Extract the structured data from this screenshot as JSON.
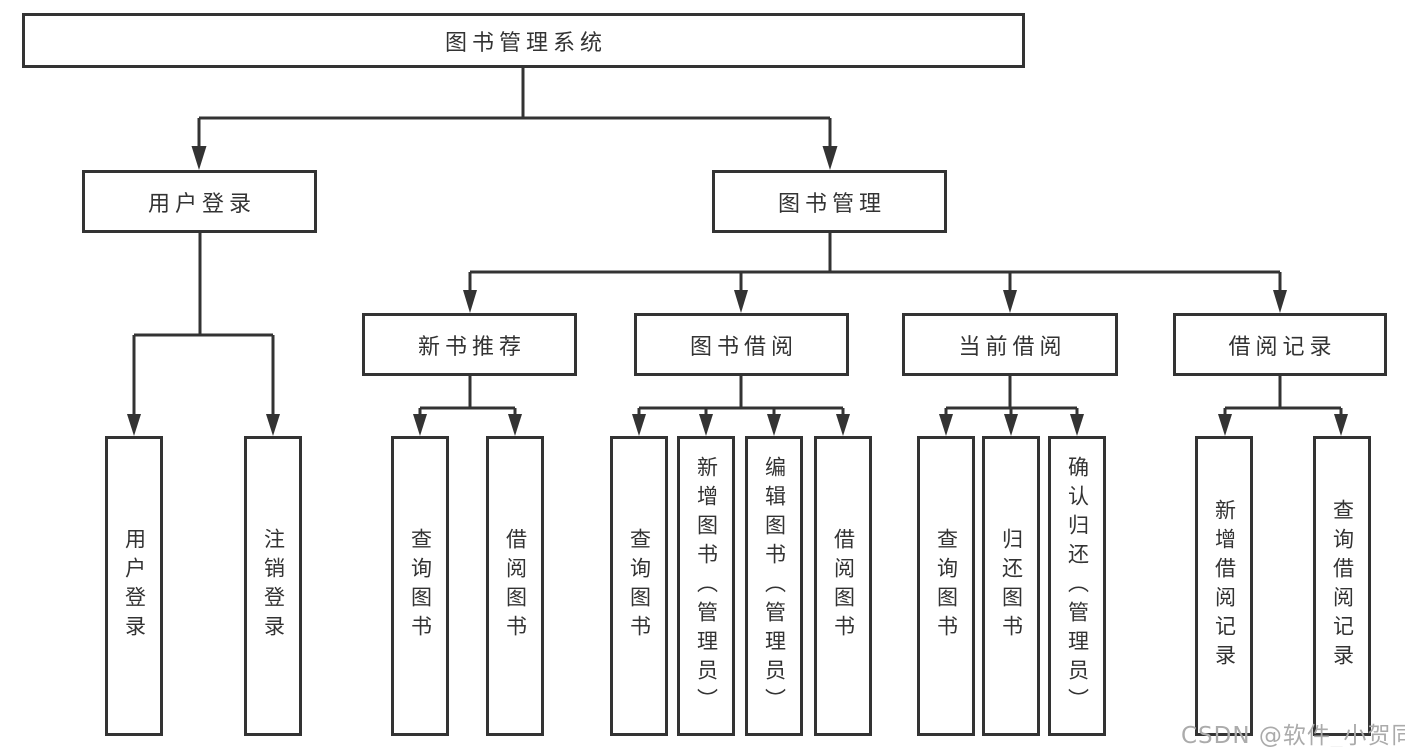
{
  "tree": {
    "label": "图书管理系统",
    "children": [
      {
        "label": "用户登录",
        "children": [
          {
            "label": "用户登录"
          },
          {
            "label": "注销登录"
          }
        ]
      },
      {
        "label": "图书管理",
        "children": [
          {
            "label": "新书推荐",
            "children": [
              {
                "label": "查询图书"
              },
              {
                "label": "借阅图书"
              }
            ]
          },
          {
            "label": "图书借阅",
            "children": [
              {
                "label": "查询图书"
              },
              {
                "label": "新增图书（管理员）"
              },
              {
                "label": "编辑图书（管理员）"
              },
              {
                "label": "借阅图书"
              }
            ]
          },
          {
            "label": "当前借阅",
            "children": [
              {
                "label": "查询图书"
              },
              {
                "label": "归还图书"
              },
              {
                "label": "确认归还（管理员）"
              }
            ]
          },
          {
            "label": "借阅记录",
            "children": [
              {
                "label": "新增借阅记录"
              },
              {
                "label": "查询借阅记录"
              }
            ]
          }
        ]
      }
    ]
  },
  "watermark": {
    "text": "CSDN @软件_小贺同学"
  },
  "colors": {
    "line": "#333333",
    "text": "#333333",
    "background": "#ffffff",
    "watermark": "#ababab"
  }
}
